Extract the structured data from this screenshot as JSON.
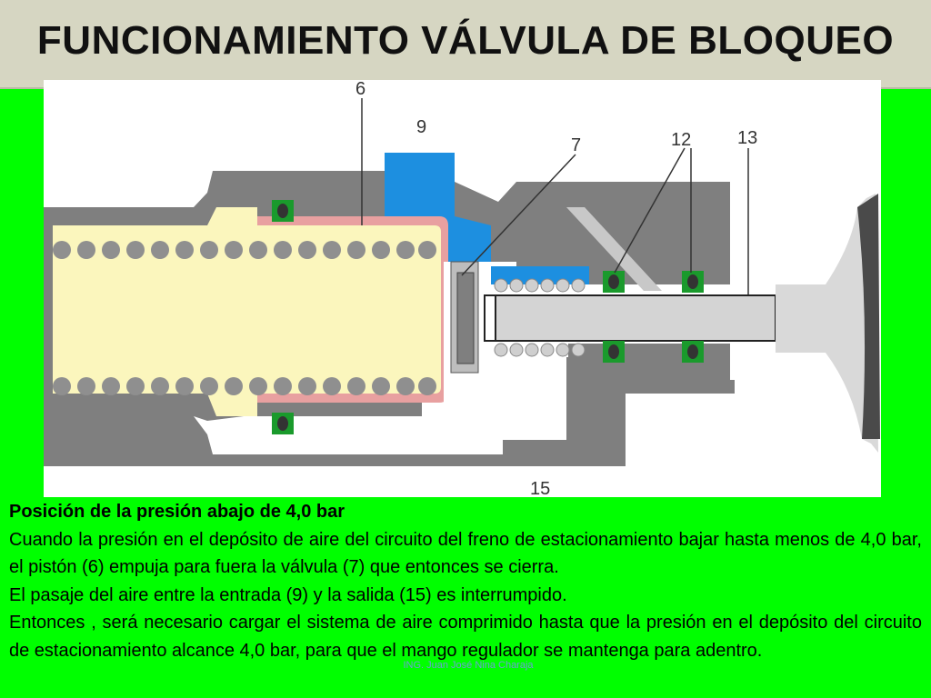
{
  "slide": {
    "title": "FUNCIONAMIENTO VÁLVULA DE BLOQUEO"
  },
  "diagram": {
    "labels": {
      "l6": "6",
      "l9": "9",
      "l7": "7",
      "l12": "12",
      "l13": "13",
      "l15": "15"
    },
    "colors": {
      "housing": "#7f7f7f",
      "piston": "#fbf6bd",
      "seal": "#e8a0a0",
      "air_passage": "#1d8fe0",
      "oring": "#1a9a2c",
      "rod": "#d4d4d4"
    }
  },
  "content": {
    "heading": "Posición de la presión abajo de 4,0 bar",
    "paragraphs": [
      "Cuando la presión en el depósito de aire del circuito del freno de estacionamiento bajar hasta menos de 4,0 bar, el pistón (6) empuja para fuera la válvula (7) que entonces se cierra.",
      "El pasaje del aire entre la entrada (9) y la salida (15) es interrumpido.",
      "Entonces , será necesario cargar el sistema de aire comprimido hasta que la presión en el depósito del circuito de estacionamiento alcance 4,0 bar, para que el mango regulador se mantenga para adentro."
    ],
    "footer": "ING. Juan José Nina Charaja"
  }
}
